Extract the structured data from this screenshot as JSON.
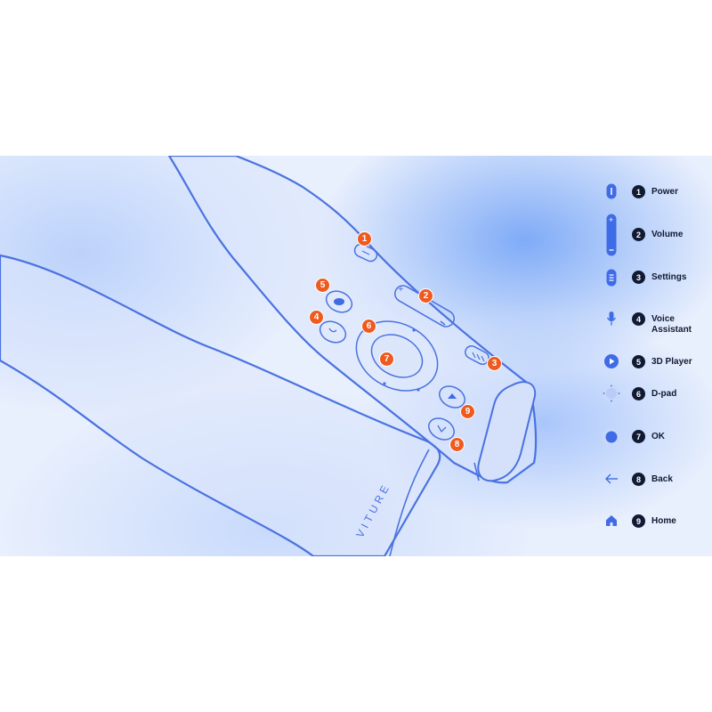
{
  "brand": "VITURE",
  "colors": {
    "outline": "#4a72e0",
    "callout": "#ef5a1e",
    "number_badge": "#111a33",
    "icon_blue": "#3f6be6"
  },
  "callouts": [
    "1",
    "2",
    "3",
    "4",
    "5",
    "6",
    "7",
    "8",
    "9"
  ],
  "legend": [
    {
      "num": "1",
      "label": "Power",
      "icon": "power-icon"
    },
    {
      "num": "2",
      "label": "Volume",
      "icon": "volume-icon"
    },
    {
      "num": "3",
      "label": "Settings",
      "icon": "settings-icon"
    },
    {
      "num": "4",
      "label": "Voice\nAssistant",
      "icon": "microphone-icon"
    },
    {
      "num": "5",
      "label": "3D Player",
      "icon": "play-icon"
    },
    {
      "num": "6",
      "label": "D-pad",
      "icon": "dpad-icon"
    },
    {
      "num": "7",
      "label": "OK",
      "icon": "ok-icon"
    },
    {
      "num": "8",
      "label": "Back",
      "icon": "back-arrow-icon"
    },
    {
      "num": "9",
      "label": "Home",
      "icon": "home-icon"
    }
  ]
}
